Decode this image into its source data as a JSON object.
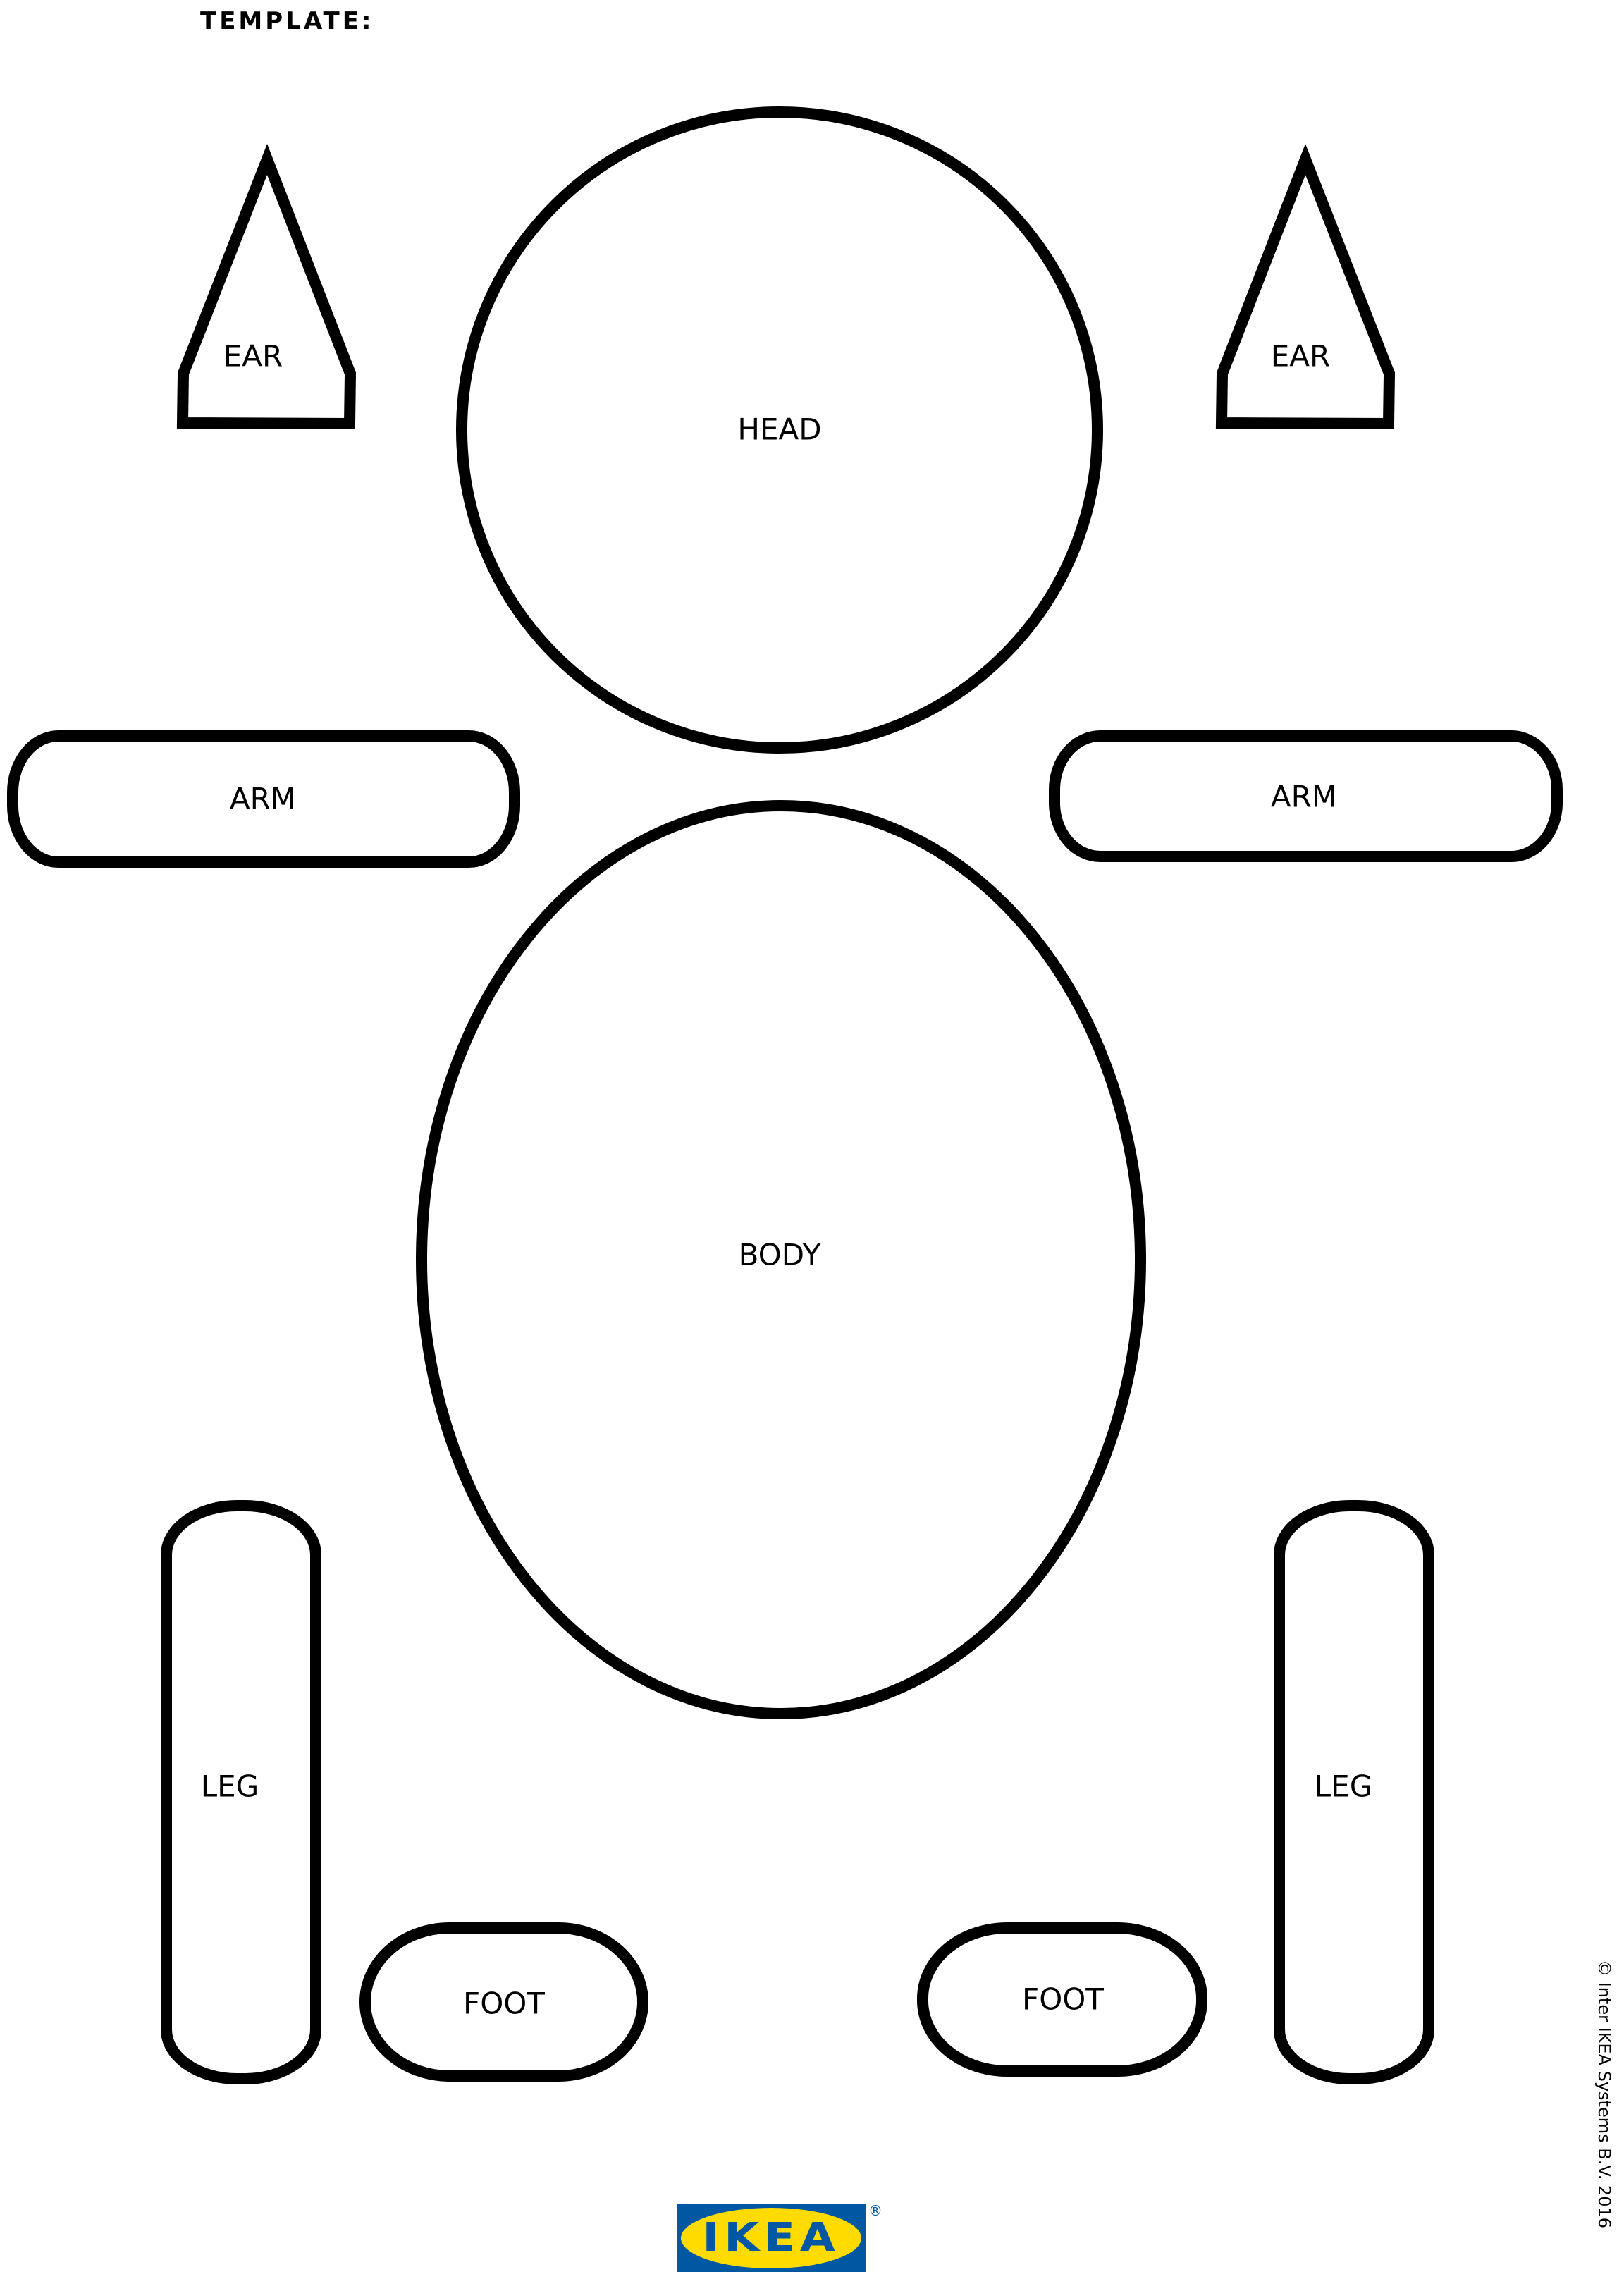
{
  "header": {
    "title": "TEMPLATE:"
  },
  "parts": {
    "left_ear": {
      "label": "EAR"
    },
    "right_ear": {
      "label": "EAR"
    },
    "head": {
      "label": "HEAD"
    },
    "left_arm": {
      "label": "ARM"
    },
    "right_arm": {
      "label": "ARM"
    },
    "body": {
      "label": "BODY"
    },
    "left_leg": {
      "label": "LEG"
    },
    "right_leg": {
      "label": "LEG"
    },
    "left_foot": {
      "label": "FOOT"
    },
    "right_foot": {
      "label": "FOOT"
    }
  },
  "footer": {
    "logo_text": "IKEA",
    "registered_mark": "®",
    "copyright": "© Inter IKEA Systems B.V. 2016"
  },
  "colors": {
    "outline": "#000000",
    "logo_blue": "#0058a3",
    "logo_yellow": "#ffdb00",
    "background": "#ffffff"
  }
}
